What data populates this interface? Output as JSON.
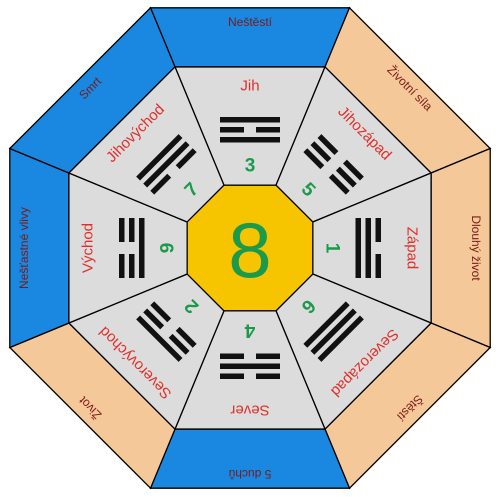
{
  "center": {
    "number": "8"
  },
  "sectors": [
    {
      "id": "s",
      "outer_label": "Neštěstí",
      "inner_label": "Jih",
      "number": "3",
      "outer_type": "bad",
      "trigram": [
        1,
        0,
        1
      ]
    },
    {
      "id": "sw",
      "outer_label": "Životní síla",
      "inner_label": "Jihozápad",
      "number": "5",
      "outer_type": "good",
      "trigram": [
        0,
        0,
        0
      ]
    },
    {
      "id": "w",
      "outer_label": "Dlouhý život",
      "inner_label": "Západ",
      "number": "1",
      "outer_type": "good",
      "trigram": [
        0,
        1,
        1
      ]
    },
    {
      "id": "nw",
      "outer_label": "Štěstí",
      "inner_label": "Severozápad",
      "number": "6",
      "outer_type": "good",
      "trigram": [
        1,
        1,
        1
      ]
    },
    {
      "id": "n",
      "outer_label": "5 duchů",
      "inner_label": "Sever",
      "number": "4",
      "outer_type": "bad",
      "trigram": [
        0,
        1,
        0
      ]
    },
    {
      "id": "ne",
      "outer_label": "Život",
      "inner_label": "Severovýchod",
      "number": "2",
      "outer_type": "good",
      "trigram": [
        1,
        0,
        0
      ]
    },
    {
      "id": "e",
      "outer_label": "Nešťastné vlivy",
      "inner_label": "Východ",
      "number": "9",
      "outer_type": "bad",
      "trigram": [
        0,
        0,
        1
      ]
    },
    {
      "id": "se",
      "outer_label": "Smrt",
      "inner_label": "Jihovýchod",
      "number": "7",
      "outer_type": "bad",
      "trigram": [
        1,
        1,
        0
      ]
    }
  ],
  "colors": {
    "bad": "#1a88e0",
    "good": "#f4c898",
    "ring": "#dcdcdc",
    "center": "#f7c400",
    "direction_text": "#e0302a",
    "number_text": "#1a9a4a",
    "outer_text": "#7a1a1a",
    "trigram": "#111111",
    "stroke": "#000000"
  }
}
